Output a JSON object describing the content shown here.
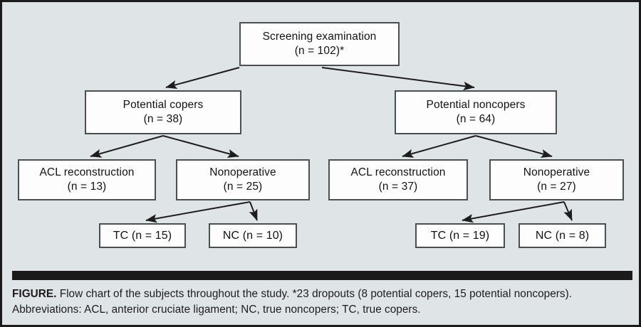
{
  "figure": {
    "background_color": "#dfe4e7",
    "frame_color": "#1b1b1b",
    "node_fill": "#fdfdfd",
    "node_border": "#4a4f52",
    "connector_color": "#1d1d1d",
    "rule_bar_color": "#1a1a1a"
  },
  "nodes": {
    "screening": {
      "line1": "Screening examination",
      "line2": "(n = 102)*"
    },
    "copers": {
      "line1": "Potential copers",
      "line2": "(n = 38)"
    },
    "noncopers": {
      "line1": "Potential noncopers",
      "line2": "(n = 64)"
    },
    "acl_left": {
      "line1": "ACL reconstruction",
      "line2": "(n = 13)"
    },
    "nonop_left": {
      "line1": "Nonoperative",
      "line2": "(n = 25)"
    },
    "acl_right": {
      "line1": "ACL reconstruction",
      "line2": "(n = 37)"
    },
    "nonop_right": {
      "line1": "Nonoperative",
      "line2": "(n = 27)"
    },
    "tc_left": {
      "label": "TC (n = 15)"
    },
    "nc_left": {
      "label": "NC (n = 10)"
    },
    "tc_right": {
      "label": "TC (n = 19)"
    },
    "nc_right": {
      "label": "NC (n = 8)"
    }
  },
  "caption": {
    "prefix": "FIGURE.",
    "text": " Flow chart of the subjects throughout the study. *23 dropouts (8 potential copers, 15 potential noncopers). Abbreviations: ACL, anterior cruciate ligament; NC, true noncopers; TC, true copers."
  }
}
